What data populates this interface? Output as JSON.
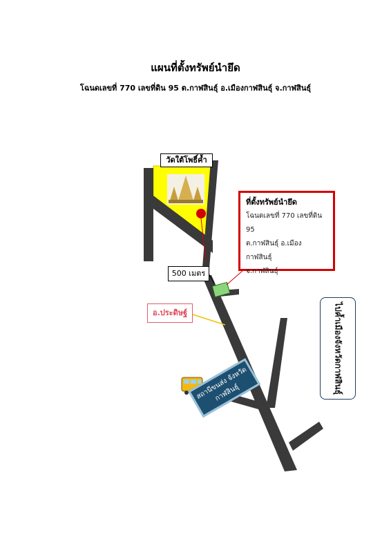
{
  "header": {
    "title": "แผนที่ตั้งทรัพย์นำยึด",
    "subtitle": "โฉนดเลขที่ 770 เลขที่ดิน 95 ต.กาฬสินธุ์ อ.เมืองกาฬสินธุ์ จ.กาฬสินธุ์"
  },
  "landmarks": {
    "temple": "วัดใต้โพธิ์ค้ำ",
    "distance": "500 เมตร",
    "district_office": "อ.ประดิษฐ์",
    "highway_sign": "ไปค้ำเมืองจังหวัดกาฬสินธุ์",
    "bus_station_line1": "สถานีขนส่ง จังหวัด",
    "bus_station_line2": "กาฬสินธุ์"
  },
  "property": {
    "heading": "ที่ตั้งทรัพย์นำยึด",
    "line1": "โฉนดเลขที่ 770 เลขที่ดิน 95",
    "line2": "ต.กาฬสินธุ์ อ.เมืองกาฬสินธุ์",
    "line3": "จ.กาฬสินธุ์"
  },
  "icons": {
    "marker": "location-pin-icon",
    "bus": "bus-icon",
    "temple": "temple-icon"
  },
  "colors": {
    "road": "#3a3a3a",
    "temple_area": "#ffff00",
    "property_plot": "#8bd67a",
    "marker": "#d40000",
    "property_border": "#d40000",
    "district_label": "#e0475a",
    "bus_station": "#1d4f70"
  }
}
